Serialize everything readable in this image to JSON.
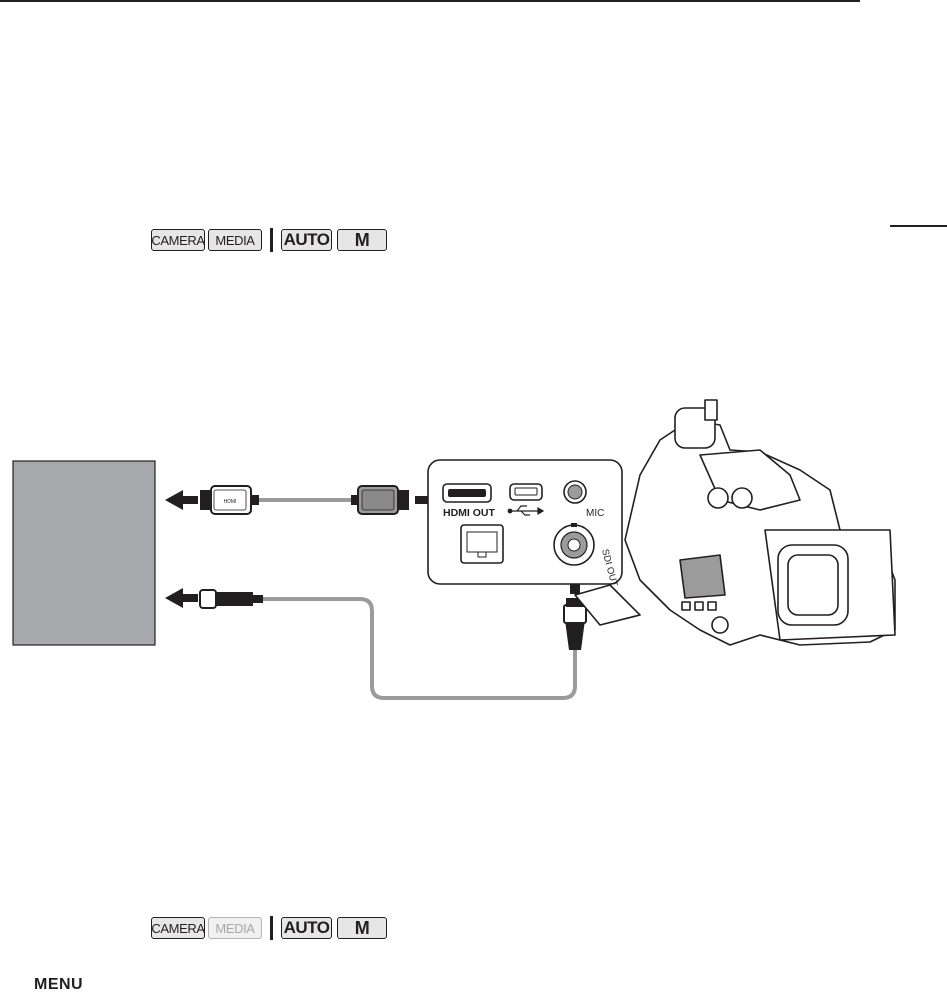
{
  "mode_rows": [
    {
      "items": [
        "CAMERA",
        "MEDIA",
        "AUTO",
        "M"
      ],
      "media_disabled": false
    },
    {
      "items": [
        "CAMERA",
        "MEDIA",
        "AUTO",
        "M"
      ],
      "media_disabled": true
    }
  ],
  "illustration": {
    "labels": {
      "hdmi_out": "HDMI OUT",
      "mic": "MIC",
      "sdi_out": "SDI OUT",
      "cable_hdmi_text": "HDMI"
    }
  },
  "footer": {
    "menu_icon_label": "MENU"
  },
  "colors": {
    "ink": "#231f20",
    "monitor_fill": "#a7a9ac",
    "cable_gray": "#9b9b9b",
    "badge_fill": "#e6e6e6"
  }
}
